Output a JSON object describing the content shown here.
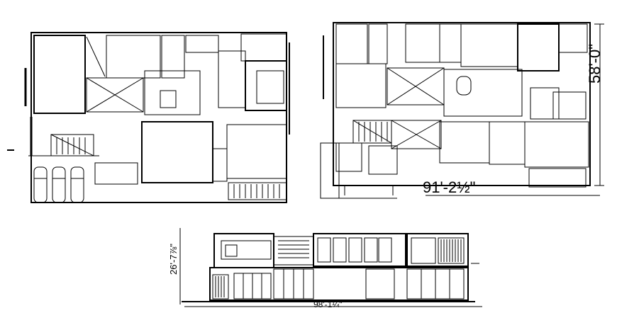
{
  "drawing": {
    "line_color": "#000000",
    "background_color": "#ffffff"
  },
  "dimensions": {
    "plan2_width": "91'-2½\"",
    "plan2_depth": "58'-0\"",
    "elevation_height": "26'-7⅞\"",
    "elevation_width": "98'-1¼\""
  }
}
